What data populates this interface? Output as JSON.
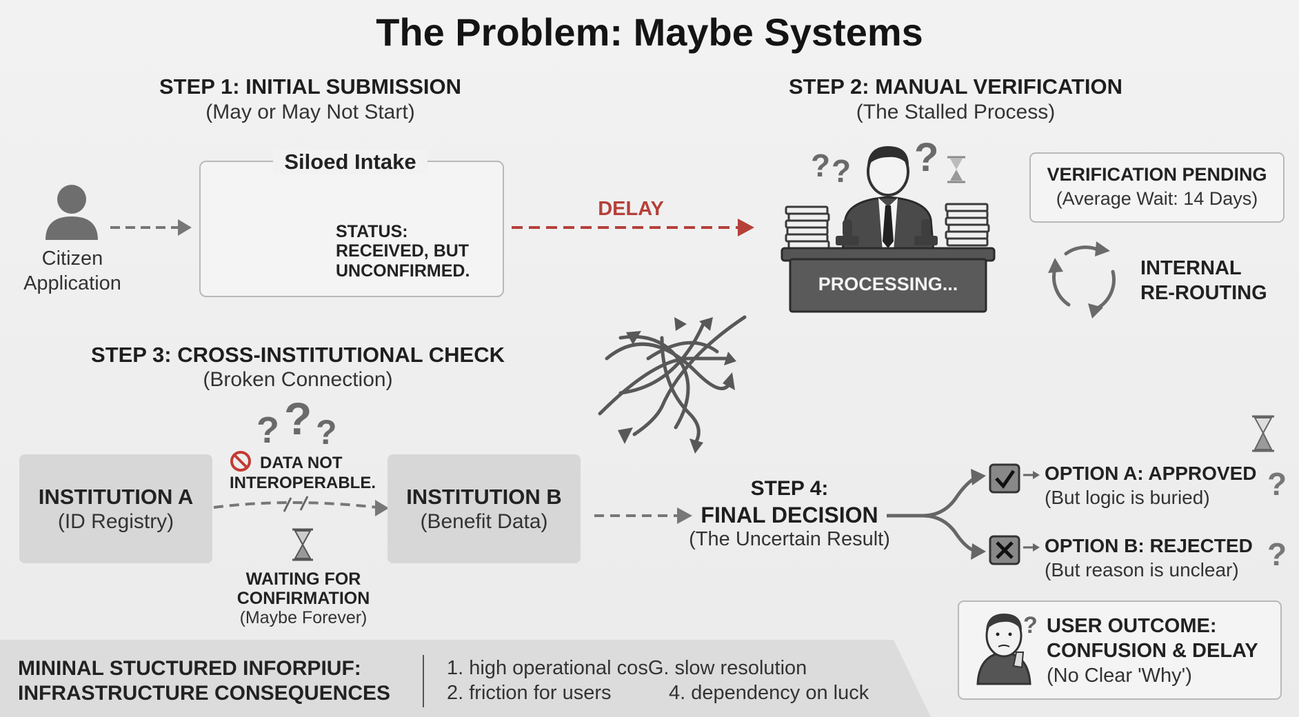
{
  "title": "The Problem: Maybe Systems",
  "step1": {
    "heading": "STEP 1: INITIAL SUBMISSION",
    "subtitle": "(May or May Not Start)",
    "citizen_label_1": "Citizen",
    "citizen_label_2": "Application",
    "intake_title": "Siloed Intake",
    "status_lines": [
      "STATUS:",
      "RECEIVED, BUT",
      "UNCONFIRMED."
    ]
  },
  "delay_label": "DELAY",
  "step2": {
    "heading": "STEP 2: MANUAL VERIFICATION",
    "subtitle": "(The Stalled Process)",
    "desk_label": "PROCESSING...",
    "pending_title": "VERIFICATION PENDING",
    "pending_sub": "(Average Wait: 14 Days)",
    "rerouting_1": "INTERNAL",
    "rerouting_2": "RE-ROUTING"
  },
  "step3": {
    "heading": "STEP 3: CROSS-INSTITUTIONAL CHECK",
    "subtitle": "(Broken Connection)",
    "inst_a_name": "INSTITUTION A",
    "inst_a_sub": "(ID Registry)",
    "inst_b_name": "INSTITUTION B",
    "inst_b_sub": "(Benefit Data)",
    "data_warning_1": "DATA NOT",
    "data_warning_2": "INTEROPERABLE.",
    "waiting_1": "WAITING FOR",
    "waiting_2": "CONFIRMATION",
    "waiting_3": "(Maybe Forever)"
  },
  "step4": {
    "heading_1": "STEP 4:",
    "heading_2": "FINAL DECISION",
    "subtitle": "(The Uncertain Result)",
    "option_a": "OPTION A: APPROVED",
    "option_a_sub": "(But logic is buried)",
    "option_b": "OPTION B: REJECTED",
    "option_b_sub": "(But reason is unclear)"
  },
  "outcome": {
    "title_1": "USER OUTCOME:",
    "title_2": "CONFUSION & DELAY",
    "sub": "(No Clear 'Why')"
  },
  "footer": {
    "heading_1": "MININAL STUCTURED INFORPIUF:",
    "heading_2": "INFRASTRUCTURE CONSEQUENCES",
    "item_1": "1. high operational cosG. slow resolution",
    "item_2": "2. friction for users",
    "item_4": "4. dependency on luck"
  },
  "colors": {
    "delay_red": "#b5403a",
    "dark_gray": "#555555",
    "hourglass_orange": "#d9862f"
  }
}
